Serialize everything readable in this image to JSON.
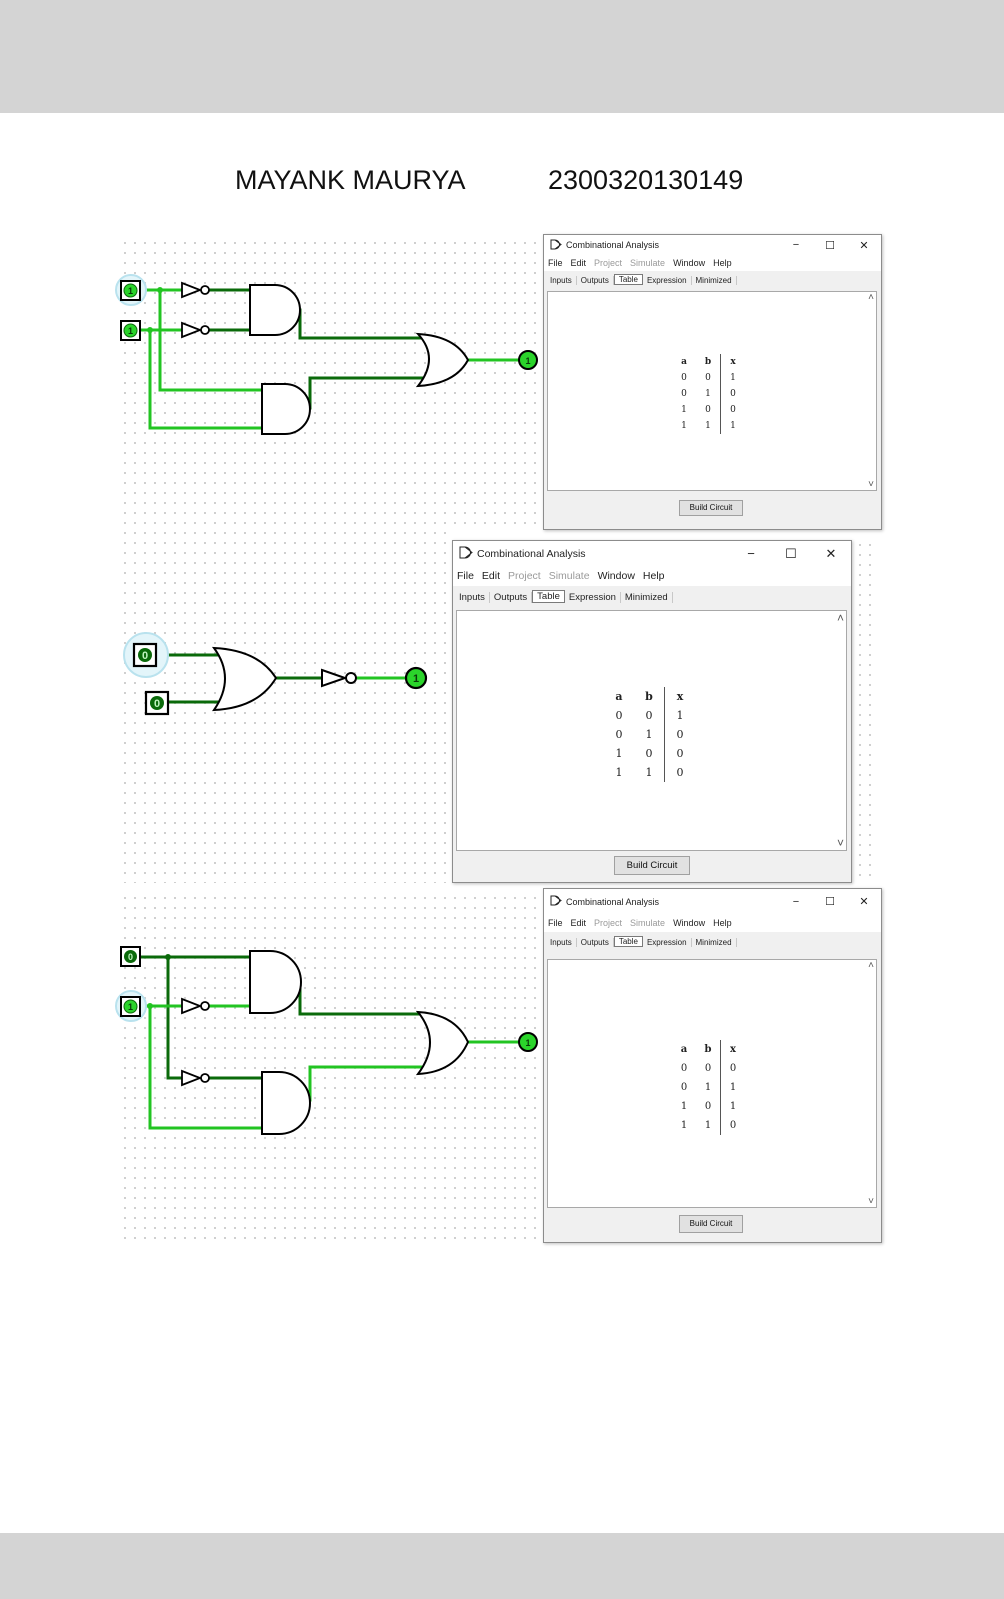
{
  "header": {
    "name": "MAYANK MAURYA",
    "id": "2300320130149"
  },
  "colors": {
    "wire_active": "#22c422",
    "wire_dark": "#0a6a0a",
    "pin_fill": "#2bd42b",
    "band": "#d4d4d4"
  },
  "circuits": [
    {
      "inputs": [
        "1",
        "1"
      ],
      "output": "1"
    },
    {
      "inputs": [
        "0",
        "0"
      ],
      "output": "1"
    },
    {
      "inputs": [
        "0",
        "1"
      ],
      "output": "1"
    }
  ],
  "windows": [
    {
      "app_icon": "logisim-icon",
      "title": "Combinational Analysis",
      "controls": {
        "minimize": "−",
        "maximize": "☐",
        "close": "✕"
      },
      "menu": [
        {
          "label": "File",
          "enabled": true
        },
        {
          "label": "Edit",
          "enabled": true
        },
        {
          "label": "Project",
          "enabled": false
        },
        {
          "label": "Simulate",
          "enabled": false
        },
        {
          "label": "Window",
          "enabled": true
        },
        {
          "label": "Help",
          "enabled": true
        }
      ],
      "tabs": [
        "Inputs",
        "Outputs",
        "Table",
        "Expression",
        "Minimized"
      ],
      "active_tab": "Table",
      "table": {
        "headers": [
          "a",
          "b",
          "x"
        ],
        "rows": [
          [
            "0",
            "0",
            "1"
          ],
          [
            "0",
            "1",
            "0"
          ],
          [
            "1",
            "0",
            "0"
          ],
          [
            "1",
            "1",
            "1"
          ]
        ]
      },
      "scroll_up": "˄",
      "scroll_down": "˅",
      "button": "Build Circuit"
    },
    {
      "app_icon": "logisim-icon",
      "title": "Combinational Analysis",
      "controls": {
        "minimize": "−",
        "maximize": "☐",
        "close": "✕"
      },
      "menu": [
        {
          "label": "File",
          "enabled": true
        },
        {
          "label": "Edit",
          "enabled": true
        },
        {
          "label": "Project",
          "enabled": false
        },
        {
          "label": "Simulate",
          "enabled": false
        },
        {
          "label": "Window",
          "enabled": true
        },
        {
          "label": "Help",
          "enabled": true
        }
      ],
      "tabs": [
        "Inputs",
        "Outputs",
        "Table",
        "Expression",
        "Minimized"
      ],
      "active_tab": "Table",
      "table": {
        "headers": [
          "a",
          "b",
          "x"
        ],
        "rows": [
          [
            "0",
            "0",
            "1"
          ],
          [
            "0",
            "1",
            "0"
          ],
          [
            "1",
            "0",
            "0"
          ],
          [
            "1",
            "1",
            "0"
          ]
        ]
      },
      "scroll_up": "˄",
      "scroll_down": "˅",
      "button": "Build Circuit"
    },
    {
      "app_icon": "logisim-icon",
      "title": "Combinational Analysis",
      "controls": {
        "minimize": "−",
        "maximize": "☐",
        "close": "✕"
      },
      "menu": [
        {
          "label": "File",
          "enabled": true
        },
        {
          "label": "Edit",
          "enabled": true
        },
        {
          "label": "Project",
          "enabled": false
        },
        {
          "label": "Simulate",
          "enabled": false
        },
        {
          "label": "Window",
          "enabled": true
        },
        {
          "label": "Help",
          "enabled": true
        }
      ],
      "tabs": [
        "Inputs",
        "Outputs",
        "Table",
        "Expression",
        "Minimized"
      ],
      "active_tab": "Table",
      "table": {
        "headers": [
          "a",
          "b",
          "x"
        ],
        "rows": [
          [
            "0",
            "0",
            "0"
          ],
          [
            "0",
            "1",
            "1"
          ],
          [
            "1",
            "0",
            "1"
          ],
          [
            "1",
            "1",
            "0"
          ]
        ]
      },
      "scroll_up": "˄",
      "scroll_down": "˅",
      "button": "Build Circuit"
    }
  ]
}
